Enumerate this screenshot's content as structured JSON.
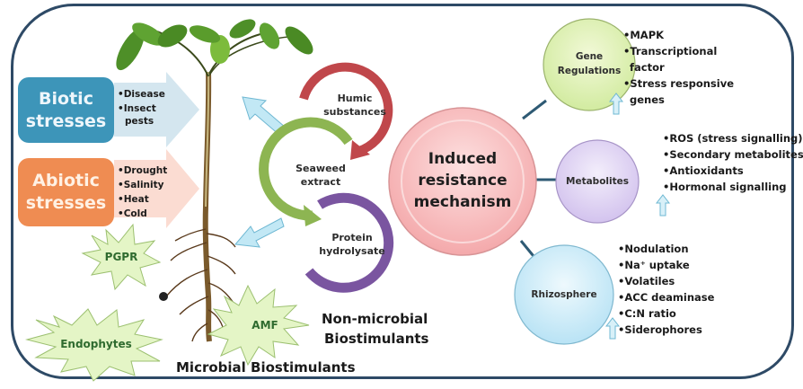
{
  "stresses": {
    "biotic": {
      "title_line1": "Biotic",
      "title_line2": "stresses",
      "items": [
        "•Disease",
        "•Insect",
        "pests"
      ]
    },
    "abiotic": {
      "title_line1": "Abiotic",
      "title_line2": "stresses",
      "items": [
        "•Drought",
        "•Salinity",
        "•Heat",
        "•Cold"
      ]
    }
  },
  "biostimulant_cycle": {
    "humic": {
      "line1": "Humic",
      "line2": "substances"
    },
    "seaweed": {
      "line1": "Seaweed",
      "line2": "extract"
    },
    "protein": {
      "line1": "Protein",
      "line2": "hydrolysate"
    }
  },
  "center": {
    "line1": "Induced",
    "line2": "resistance",
    "line3": "mechanism"
  },
  "nodes": {
    "gene": {
      "line1": "Gene",
      "line2": "Regulations",
      "items": [
        "•MAPK",
        "•Transcriptional",
        "  factor",
        "•Stress responsive",
        "  genes"
      ]
    },
    "metabolites": {
      "label": "Metabolites",
      "items": [
        "•ROS (stress signalling)",
        "•Secondary metabolites",
        "•Antioxidants",
        "•Hormonal signalling"
      ]
    },
    "rhizosphere": {
      "label": "Rhizosphere",
      "items": [
        "•Nodulation",
        "•Na⁺ uptake",
        "•Volatiles",
        "•ACC deaminase",
        "•C:N ratio",
        "•Siderophores"
      ]
    }
  },
  "microbes": {
    "pgpr": "PGPR",
    "amf": "AMF",
    "endophytes": "Endophytes"
  },
  "captions": {
    "non_microbial_line1": "Non-microbial",
    "non_microbial_line2": "Biostimulants",
    "microbial": "Microbial Biostimulants"
  },
  "colors": {
    "frame": "#2e4a66",
    "biotic": "#3d95b9",
    "abiotic": "#ef8c52",
    "humic": "#c0474b",
    "seaweed": "#8db552",
    "protein": "#7a55a0",
    "center": "#f6b3b5",
    "gene": "#dff0b0",
    "metabolites": "#ddd0f0",
    "rhizosphere": "#c8e9f7",
    "star": "#e4f5c6"
  }
}
